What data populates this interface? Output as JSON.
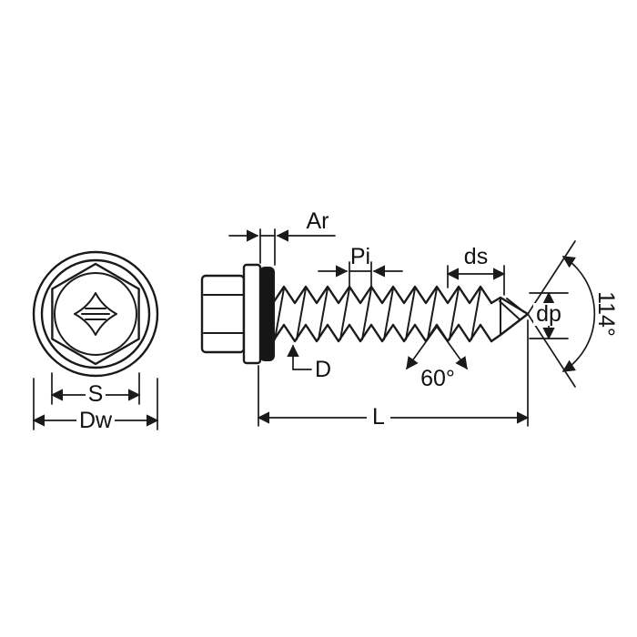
{
  "diagram": {
    "title": "self-drilling-hex-washer-head-screw-dimension-drawing",
    "labels": {
      "ar": "Ar",
      "pi": "Pi",
      "ds": "ds",
      "dp": "dp",
      "tip_angle": "114°",
      "thread_angle": "60°",
      "d": "D",
      "l": "L",
      "s": "S",
      "dw": "Dw"
    },
    "colors": {
      "line": "#1a1a1a",
      "seal_fill": "#161616",
      "background": "#ffffff"
    }
  }
}
